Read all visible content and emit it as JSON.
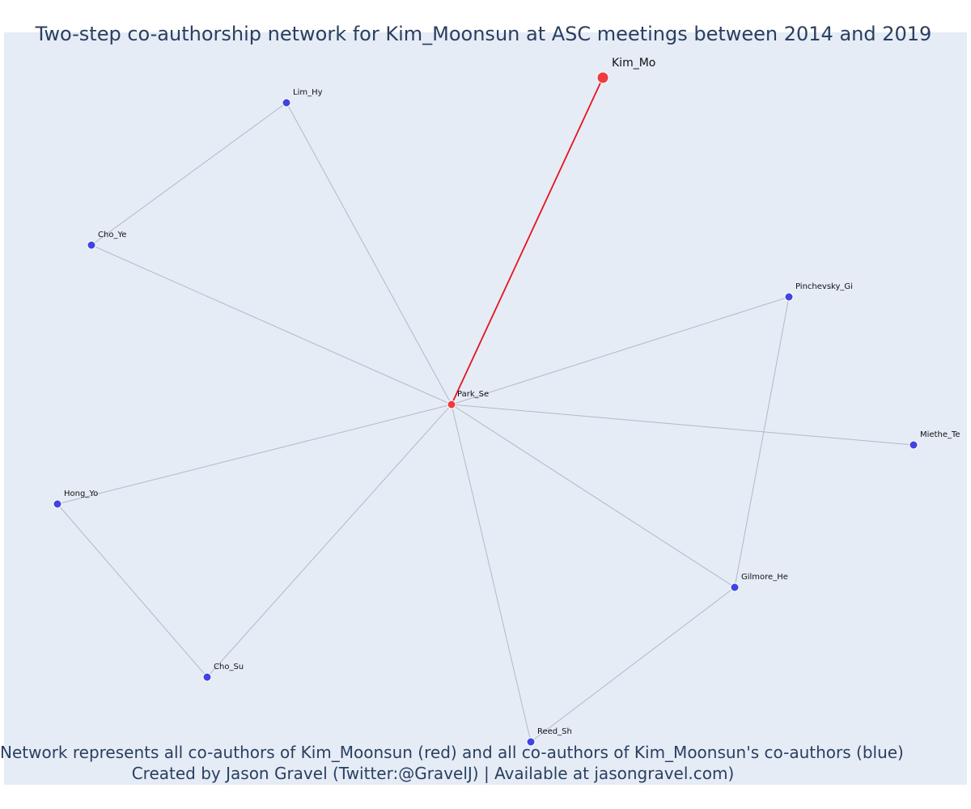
{
  "title": "Two-step co-authorship network for Kim_Moonsun at ASC meetings between 2014 and 2019",
  "caption": {
    "line1": "Network represents all co-authors of Kim_Moonsun (red) and all co-authors of Kim_Moonsun's co-authors (blue)",
    "line2": "Created by Jason Gravel (Twitter:@GravelJ) | Available at jasongravel.com)"
  },
  "colors": {
    "plot_background": "#e5ecf6",
    "edge": "#b4b8c8",
    "highlight_edge": "#e8121b",
    "focal_node": "#ef3a3f",
    "coauthor_node": "#ef3a3f",
    "second_step_node": "#3f44e3",
    "label": "#111111"
  },
  "nodes": [
    {
      "id": "Kim_Mo",
      "label": "Kim_Mo",
      "role": "focal"
    },
    {
      "id": "Park_Se",
      "label": "Park_Se",
      "role": "coauthor"
    },
    {
      "id": "Lim_Hy",
      "label": "Lim_Hy",
      "role": "second-step"
    },
    {
      "id": "Cho_Ye",
      "label": "Cho_Ye",
      "role": "second-step"
    },
    {
      "id": "Pinchevsky_Gi",
      "label": "Pinchevsky_Gi",
      "role": "second-step"
    },
    {
      "id": "Miethe_Te",
      "label": "Miethe_Te",
      "role": "second-step"
    },
    {
      "id": "Hong_Yo",
      "label": "Hong_Yo",
      "role": "second-step"
    },
    {
      "id": "Gilmore_He",
      "label": "Gilmore_He",
      "role": "second-step"
    },
    {
      "id": "Cho_Su",
      "label": "Cho_Su",
      "role": "second-step"
    },
    {
      "id": "Reed_Sh",
      "label": "Reed_Sh",
      "role": "second-step"
    }
  ],
  "edges": [
    {
      "source": "Kim_Mo",
      "target": "Park_Se",
      "highlight": true
    },
    {
      "source": "Park_Se",
      "target": "Lim_Hy",
      "highlight": false
    },
    {
      "source": "Park_Se",
      "target": "Cho_Ye",
      "highlight": false
    },
    {
      "source": "Park_Se",
      "target": "Pinchevsky_Gi",
      "highlight": false
    },
    {
      "source": "Park_Se",
      "target": "Miethe_Te",
      "highlight": false
    },
    {
      "source": "Park_Se",
      "target": "Hong_Yo",
      "highlight": false
    },
    {
      "source": "Park_Se",
      "target": "Gilmore_He",
      "highlight": false
    },
    {
      "source": "Park_Se",
      "target": "Cho_Su",
      "highlight": false
    },
    {
      "source": "Park_Se",
      "target": "Reed_Sh",
      "highlight": false
    },
    {
      "source": "Lim_Hy",
      "target": "Cho_Ye",
      "highlight": false
    },
    {
      "source": "Pinchevsky_Gi",
      "target": "Gilmore_He",
      "highlight": false
    },
    {
      "source": "Hong_Yo",
      "target": "Cho_Su",
      "highlight": false
    },
    {
      "source": "Gilmore_He",
      "target": "Reed_Sh",
      "highlight": false
    }
  ]
}
